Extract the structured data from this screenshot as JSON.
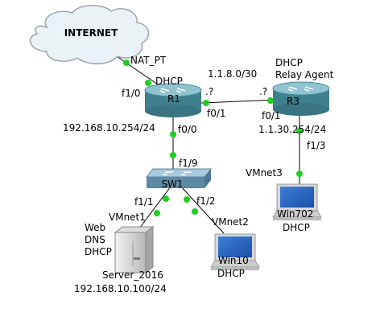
{
  "topology": {
    "internet": {
      "label": "INTERNET",
      "link_label": "NAT_PT"
    },
    "r1": {
      "label": "R1",
      "iface_wan": "f1/0",
      "wan_mode": "DHCP",
      "iface_lan": "f0/0",
      "lan_ip": "192.168.10.254/24",
      "iface_r3": "f0/1",
      "r3_link_ip": ".?"
    },
    "r3": {
      "label": "R3",
      "role_line1": "DHCP",
      "role_line2": "Relay Agent",
      "iface_r1": "f0/1",
      "r1_link_ip": ".?",
      "iface_lan": "f1/3",
      "lan_ip": "1.1.30.254/24"
    },
    "link_r1_r3": {
      "network": "1.1.8.0/30"
    },
    "sw1": {
      "label": "SW1",
      "iface_up": "f1/9",
      "iface_server": "f1/1",
      "iface_win10": "f1/2"
    },
    "server": {
      "label": "Server_2016",
      "ip": "192.168.10.100/24",
      "vmnet": "VMnet1",
      "services": [
        "Web",
        "DNS",
        "DHCP"
      ]
    },
    "win10": {
      "label": "Win10",
      "mode": "DHCP",
      "vmnet": "VMnet2"
    },
    "win702": {
      "label": "Win702",
      "mode": "DHCP",
      "vmnet": "VMnet3"
    }
  },
  "colors": {
    "link_dot": "#22cc22",
    "router_fill": "#5f9aa8",
    "router_top": "#8fc3cf",
    "switch_fill": "#7fa6bd",
    "cloud_fill": "#eaf2f6",
    "cloud_stroke": "#9aa5ad"
  }
}
